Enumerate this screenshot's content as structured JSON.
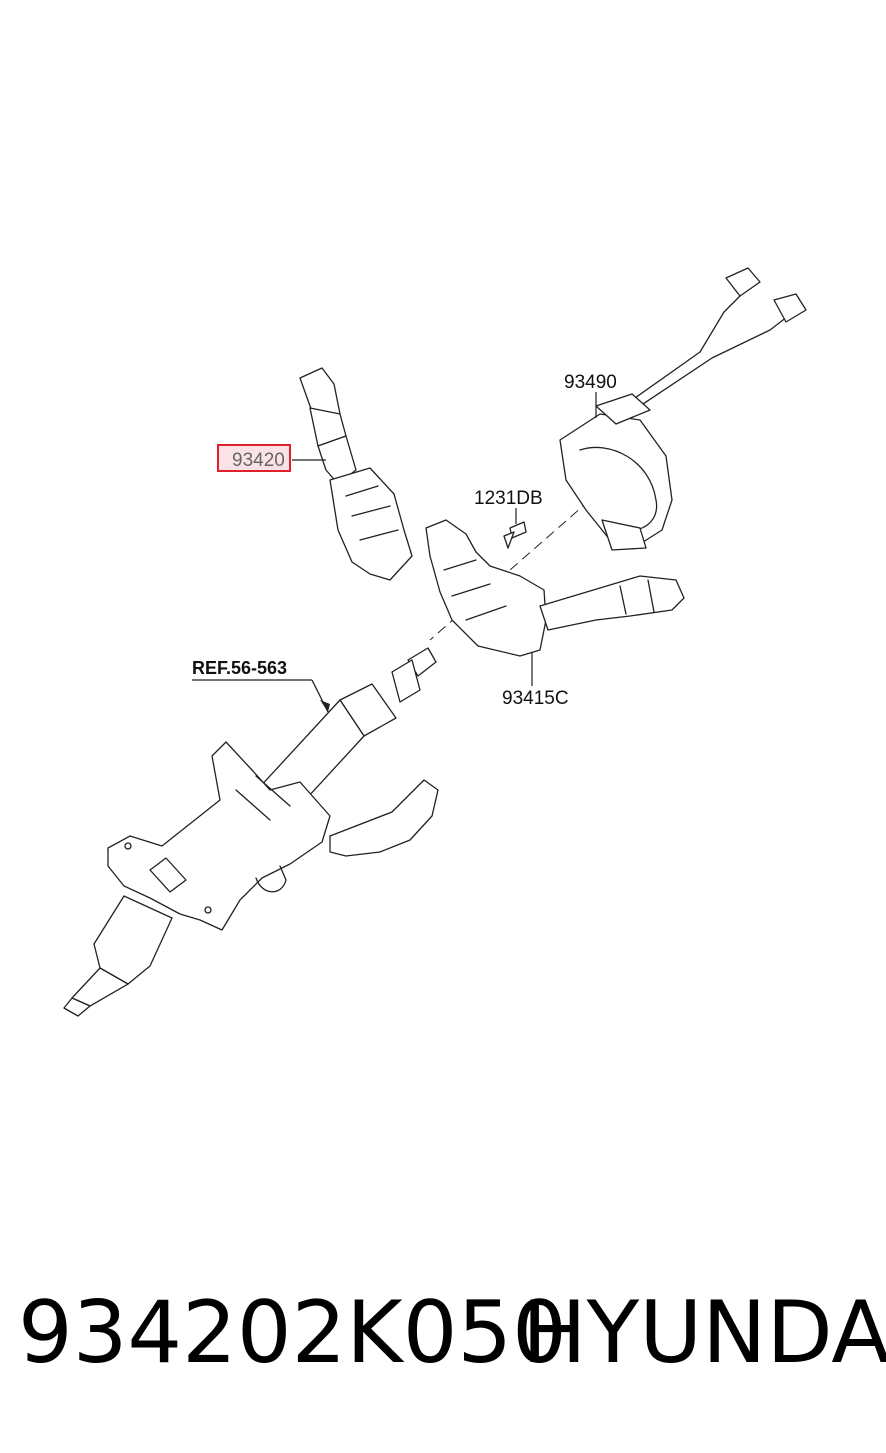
{
  "labels": {
    "multifunction_switch": "93420",
    "clock_spring": "93490",
    "screw": "1231DB",
    "switch_body": "93415C",
    "reference": "REF.56-563"
  },
  "footer": {
    "part_number": "934202K050",
    "brand": "HYUNDAI"
  },
  "colors": {
    "highlight_border": "#e0202a",
    "highlight_fill": "#fbe3e5",
    "line": "#222222"
  }
}
